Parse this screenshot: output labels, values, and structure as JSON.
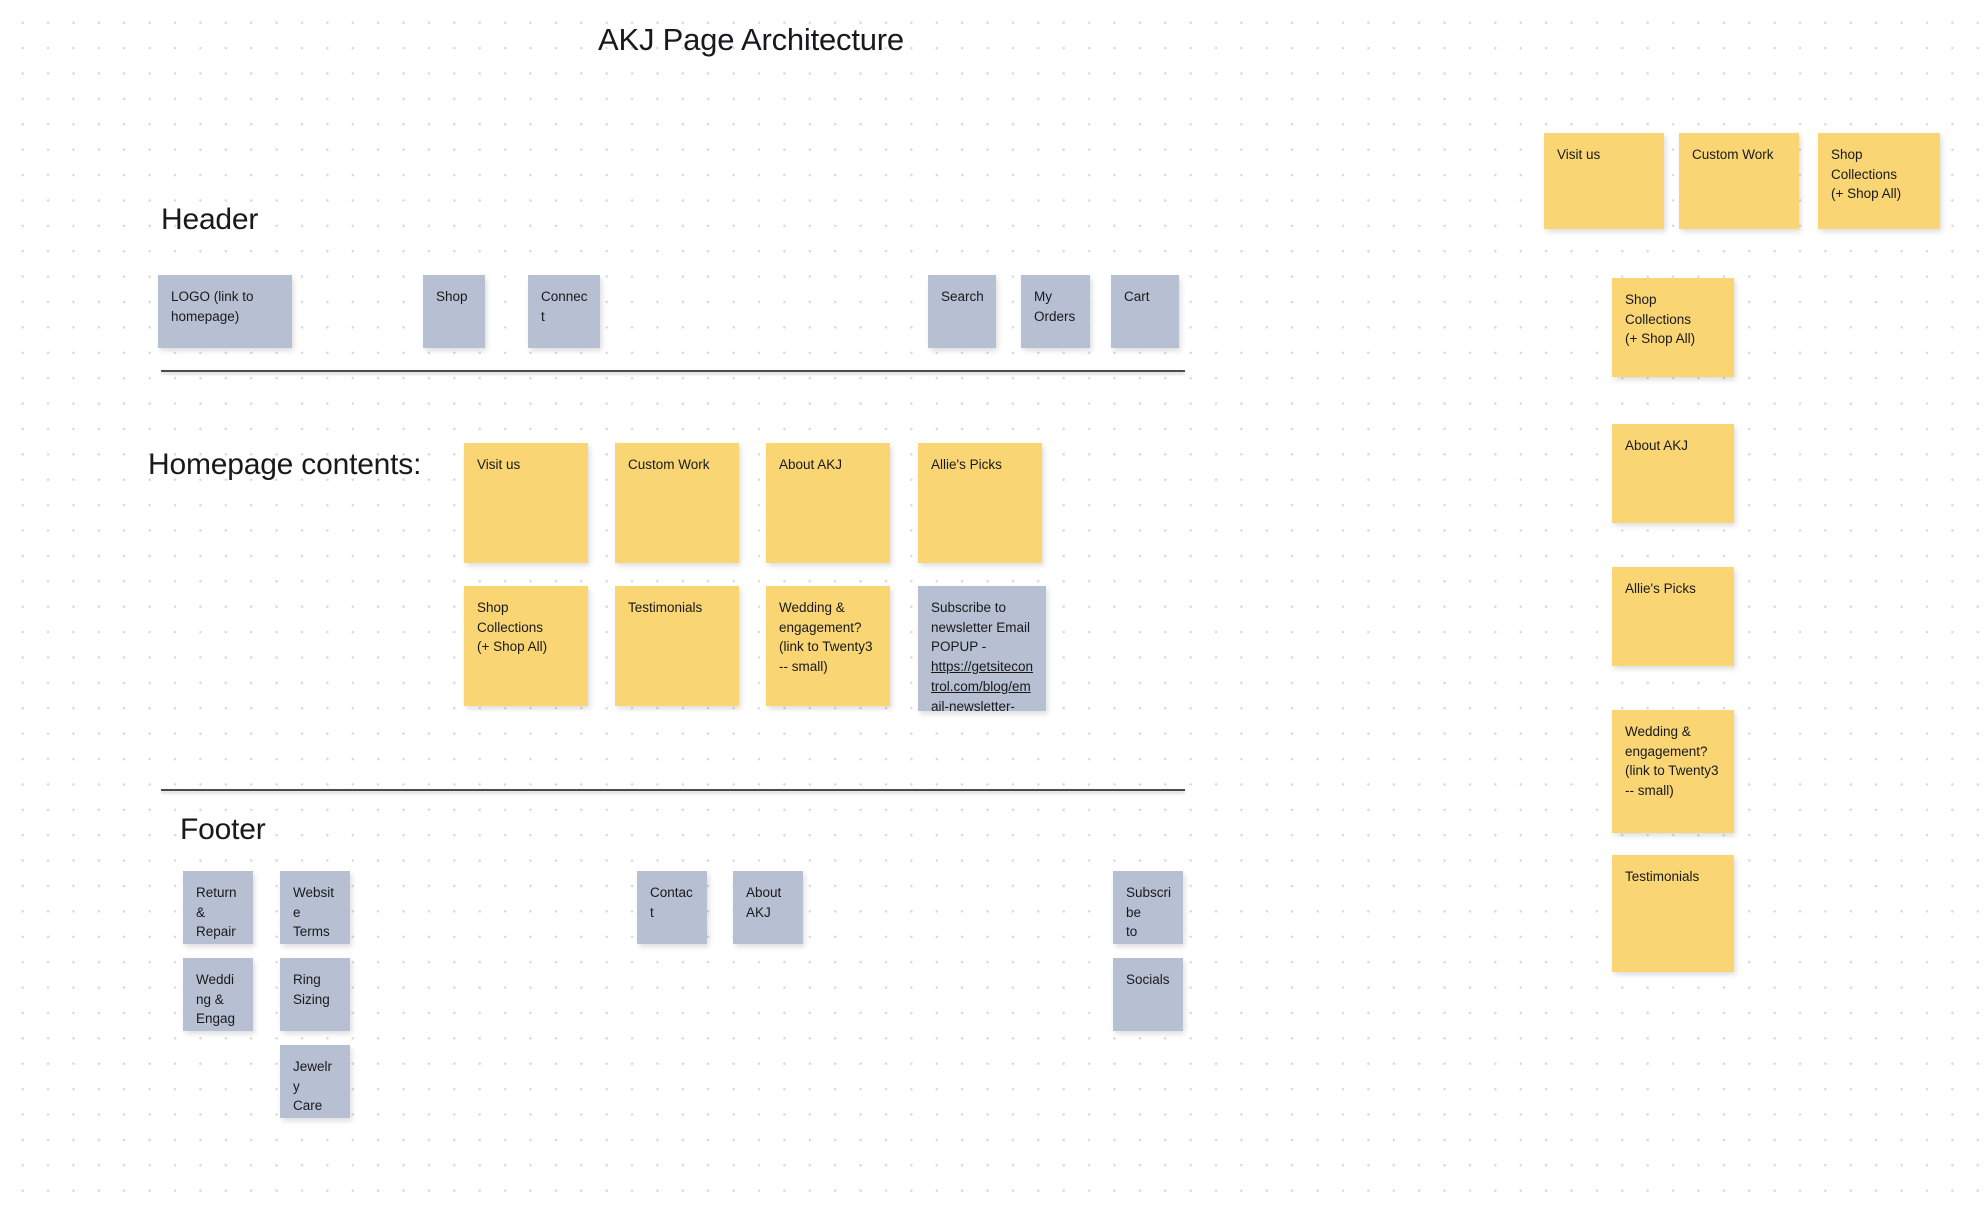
{
  "board": {
    "title": "AKJ Page Architecture",
    "colors": {
      "yellow": "#F9D673",
      "blue_gray": "#B7C0D2",
      "text": "#19191C",
      "divider": "#4A4A55",
      "background": "#FFFFFF",
      "grid_dot": "#D8D8DC"
    }
  },
  "sections": {
    "header_heading": "Header",
    "homepage_heading": "Homepage contents:",
    "footer_heading": "Footer"
  },
  "header_nav": [
    {
      "id": "hdr-logo",
      "label": "LOGO (link to homepage)",
      "color": "blue"
    },
    {
      "id": "hdr-shop",
      "label": "Shop",
      "color": "blue"
    },
    {
      "id": "hdr-connect",
      "label": "Connect",
      "color": "blue"
    },
    {
      "id": "hdr-search",
      "label": "Search",
      "color": "blue"
    },
    {
      "id": "hdr-myorders",
      "label": "My Orders",
      "color": "blue"
    },
    {
      "id": "hdr-cart",
      "label": "Cart",
      "color": "blue"
    }
  ],
  "homepage_row1": [
    {
      "id": "hp-visit",
      "label": "Visit us",
      "color": "yellow"
    },
    {
      "id": "hp-custom",
      "label": "Custom Work",
      "color": "yellow"
    },
    {
      "id": "hp-about",
      "label": "About AKJ",
      "color": "yellow"
    },
    {
      "id": "hp-allie",
      "label": "Allie's Picks",
      "color": "yellow"
    }
  ],
  "homepage_row2": [
    {
      "id": "hp-shopcoll",
      "label": "Shop Collections\n(+ Shop All)",
      "color": "yellow"
    },
    {
      "id": "hp-testim",
      "label": "Testimonials",
      "color": "yellow"
    },
    {
      "id": "hp-wedding",
      "label": "Wedding &\nengagement?\n(link to Twenty3\n-- small)",
      "color": "yellow"
    }
  ],
  "newsletter_card": {
    "id": "hp-newsletter",
    "color": "blue",
    "text_before": "Subscribe to newsletter Email POPUP - ",
    "link_text": "https://getsitecontrol.com/blog/email-newsletter-popup/"
  },
  "footer_col1": [
    {
      "id": "ft-return",
      "label": "Return &\nRepair\nPolicies",
      "color": "blue"
    },
    {
      "id": "ft-terms",
      "label": "Website\nTerms of\nService",
      "color": "blue"
    },
    {
      "id": "ft-wedding",
      "label": "Wedding &\nEngagem\nent",
      "color": "blue"
    },
    {
      "id": "ft-ring",
      "label": "Ring\nSizing",
      "color": "blue"
    },
    {
      "id": "ft-jewelry",
      "label": "Jewelry\nCare",
      "color": "blue"
    }
  ],
  "footer_col2": [
    {
      "id": "ft-contact",
      "label": "Contact",
      "color": "blue"
    },
    {
      "id": "ft-aboutakj",
      "label": "About AKJ",
      "color": "blue"
    }
  ],
  "footer_col3": [
    {
      "id": "ft-subscribe",
      "label": "Subscribe\nto\nnewsletter",
      "color": "blue"
    },
    {
      "id": "ft-socials",
      "label": "Socials",
      "color": "blue"
    }
  ],
  "right_top_row": [
    {
      "id": "rt-visit",
      "label": "Visit us",
      "color": "yellow"
    },
    {
      "id": "rt-custom",
      "label": "Custom Work",
      "color": "yellow"
    },
    {
      "id": "rt-shopcoll",
      "label": "Shop Collections\n(+ Shop All)",
      "color": "yellow"
    }
  ],
  "right_stack": [
    {
      "id": "rs-shopcoll",
      "label": "Shop Collections\n(+ Shop All)",
      "color": "yellow"
    },
    {
      "id": "rs-about",
      "label": "About AKJ",
      "color": "yellow"
    },
    {
      "id": "rs-allie",
      "label": "Allie's Picks",
      "color": "yellow"
    },
    {
      "id": "rs-wedding",
      "label": "Wedding &\nengagement?\n(link to Twenty3\n-- small)",
      "color": "yellow"
    },
    {
      "id": "rs-testim",
      "label": "Testimonials",
      "color": "yellow"
    }
  ]
}
